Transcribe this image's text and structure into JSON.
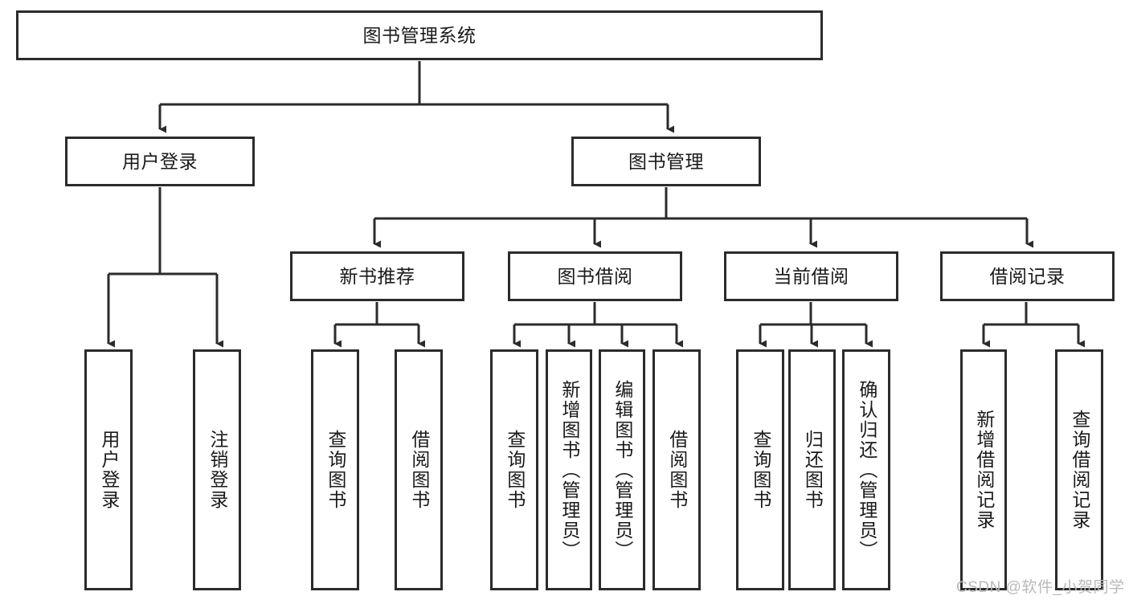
{
  "diagram": {
    "title_node": {
      "label": "图书管理系统"
    },
    "level2": [
      {
        "id": "user-login",
        "label": "用户登录"
      },
      {
        "id": "book-manage",
        "label": "图书管理"
      }
    ],
    "level3": [
      {
        "id": "new-book-rec",
        "label": "新书推荐"
      },
      {
        "id": "book-borrow",
        "label": "图书借阅"
      },
      {
        "id": "current-borrow",
        "label": "当前借阅"
      },
      {
        "id": "borrow-record",
        "label": "借阅记录"
      }
    ],
    "leaves": {
      "user_login": [
        {
          "id": "leaf-user-login",
          "label": "用户登录"
        },
        {
          "id": "leaf-logout",
          "label": "注销登录"
        }
      ],
      "new_book_rec": [
        {
          "id": "leaf-query-book-1",
          "label": "查询图书"
        },
        {
          "id": "leaf-borrow-book-1",
          "label": "借阅图书"
        }
      ],
      "book_borrow": [
        {
          "id": "leaf-query-book-2",
          "label": "查询图书"
        },
        {
          "id": "leaf-add-book",
          "label": "新增图书（管理员）"
        },
        {
          "id": "leaf-edit-book",
          "label": "编辑图书（管理员）"
        },
        {
          "id": "leaf-borrow-book-2",
          "label": "借阅图书"
        }
      ],
      "current_borrow": [
        {
          "id": "leaf-query-book-3",
          "label": "查询图书"
        },
        {
          "id": "leaf-return-book",
          "label": "归还图书"
        },
        {
          "id": "leaf-confirm-return",
          "label": "确认归还（管理员）"
        }
      ],
      "borrow_record": [
        {
          "id": "leaf-add-record",
          "label": "新增借阅记录"
        },
        {
          "id": "leaf-query-record",
          "label": "查询借阅记录"
        }
      ]
    }
  },
  "watermark": {
    "text": "CSDN @软件_小贺同学"
  },
  "colors": {
    "stroke": "#2b2b2b",
    "background": "#ffffff",
    "text": "#1a1a1a",
    "watermark": "#b9b9b9"
  }
}
